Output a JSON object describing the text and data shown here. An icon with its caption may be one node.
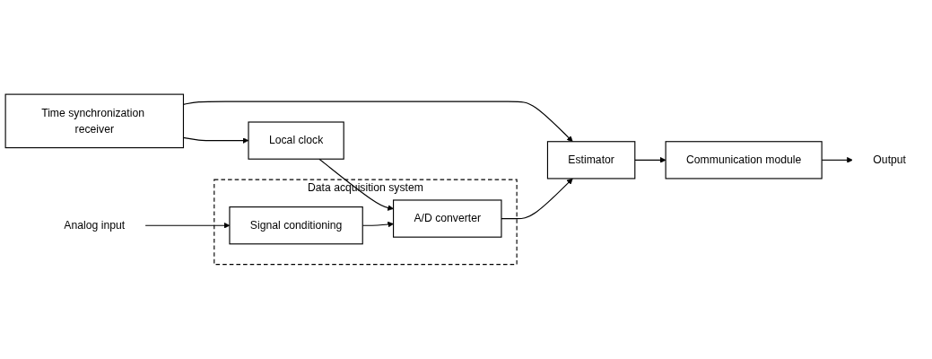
{
  "diagram": {
    "nodes": [
      {
        "text": [
          "Time synchronization receiver"
        ]
      },
      {
        "text": [
          "Local clock"
        ]
      },
      {
        "text": [
          "Analog input"
        ]
      },
      {
        "text": [
          "Data acquisition system"
        ]
      },
      {
        "text": [
          "Signal conditioning"
        ],
        "in": 3
      },
      {
        "text": [
          "A/D converter"
        ],
        "in": 3
      },
      {
        "text": [
          "Estimator"
        ]
      },
      {
        "text": [
          "Communication module"
        ]
      },
      {
        "text": [
          "Output"
        ]
      }
    ],
    "edges": [
      {
        "from": 0,
        "to": 1,
        "arrow": "to"
      },
      {
        "from": 0,
        "to": 6,
        "arrow": "to"
      },
      {
        "from": 1,
        "to": 5,
        "arrow": "to"
      },
      {
        "from": 2,
        "to": 4,
        "arrow": "to"
      },
      {
        "from": 4,
        "to": 5,
        "arrow": "to"
      },
      {
        "from": 5,
        "to": 6,
        "arrow": "to"
      },
      {
        "from": 6,
        "to": 7,
        "arrow": "to"
      },
      {
        "from": 7,
        "to": 8,
        "arrow": "to"
      }
    ]
  }
}
